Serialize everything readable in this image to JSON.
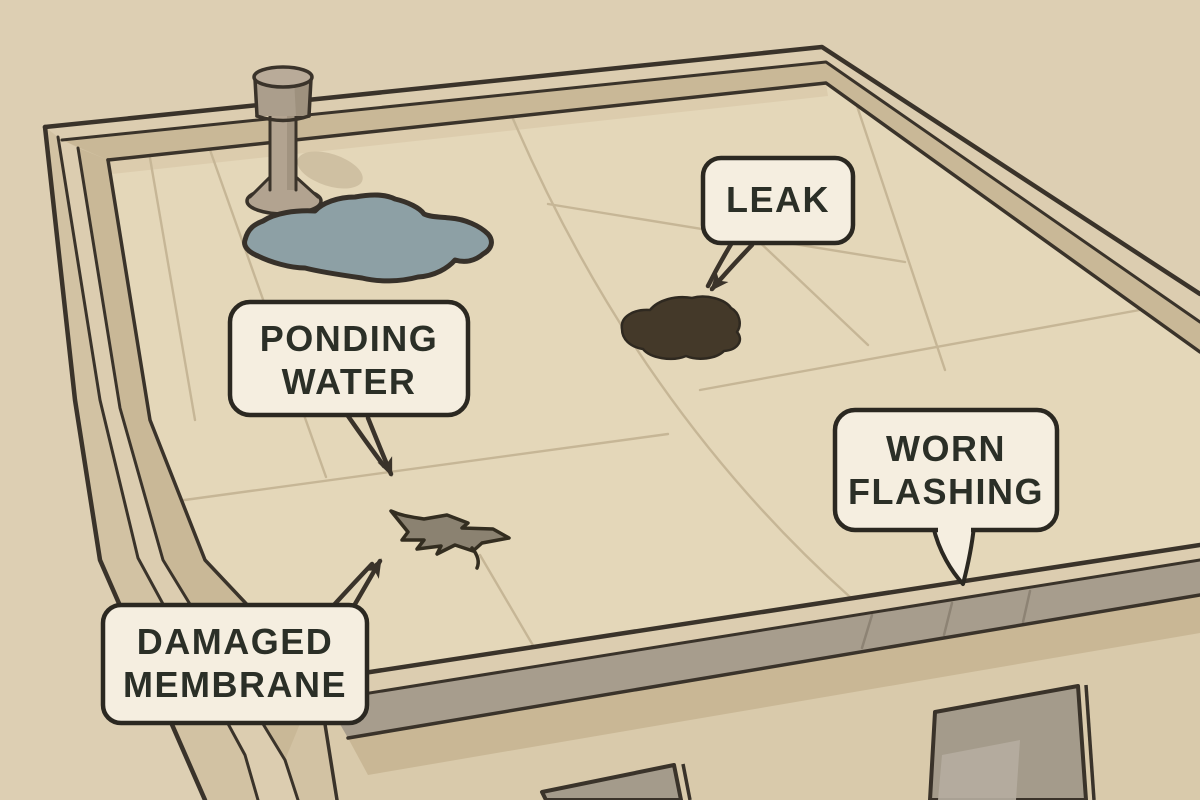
{
  "illustration": {
    "title": "flat-roof-problems-diagram",
    "labels": {
      "leak": {
        "text": "LEAK"
      },
      "ponding_water": {
        "line1": "PONDING",
        "line2": "WATER"
      },
      "worn_flashing": {
        "line1": "WORN",
        "line2": "FLASHING"
      },
      "damaged_membrane": {
        "line1": "DAMAGED",
        "line2": "MEMBRANE"
      }
    },
    "features": [
      "vent-pipe",
      "ponding-water-puddle",
      "leak-stain",
      "damaged-membrane-tear",
      "worn-flashing-band",
      "parapet",
      "roof-membrane-seams",
      "windows"
    ],
    "colors": {
      "background": "#ddcfb3",
      "roof_deck": "#e4d7b9",
      "parapet_top": "#dccdb0",
      "parapet_inner": "#c9b897",
      "left_wall": "#d2c2a3",
      "front_wall": "#d9caab",
      "flashing_gray": "#a79d8d",
      "wall_band_tan": "#c9b795",
      "window_glass": "#a49b8b",
      "window_glass_light": "#b6ada0",
      "outline_dark": "#3a332a",
      "seam": "#c6b696",
      "puddle_water": "#8da0a5",
      "leak_stain": "#443929",
      "membrane_tear": "#8b8271",
      "vent_body": "#b2a390",
      "vent_shade": "#9c8f7c",
      "vent_light": "#b9ab99",
      "ground_shadow": "#cfc0a2",
      "bubble_fill": "#f5eee0",
      "bubble_border": "#2b2821",
      "bubble_text": "#2b2f27"
    }
  }
}
